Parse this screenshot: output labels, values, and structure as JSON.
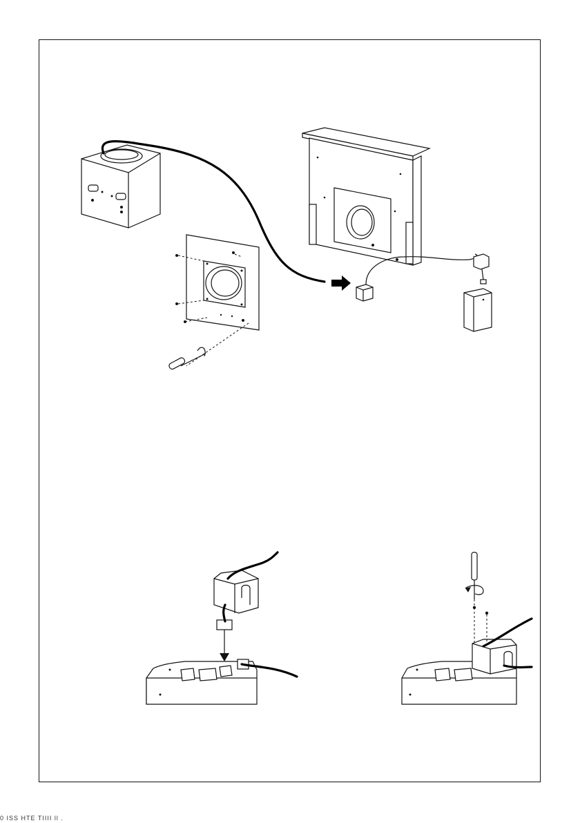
{
  "page": {
    "footer_fragment": "0 ISS  HTE TIIII  ll ."
  },
  "figures": [
    {
      "id": "figure-1-motor-connection"
    },
    {
      "id": "figure-2-plug-connector"
    },
    {
      "id": "figure-3-secure-cover"
    }
  ]
}
